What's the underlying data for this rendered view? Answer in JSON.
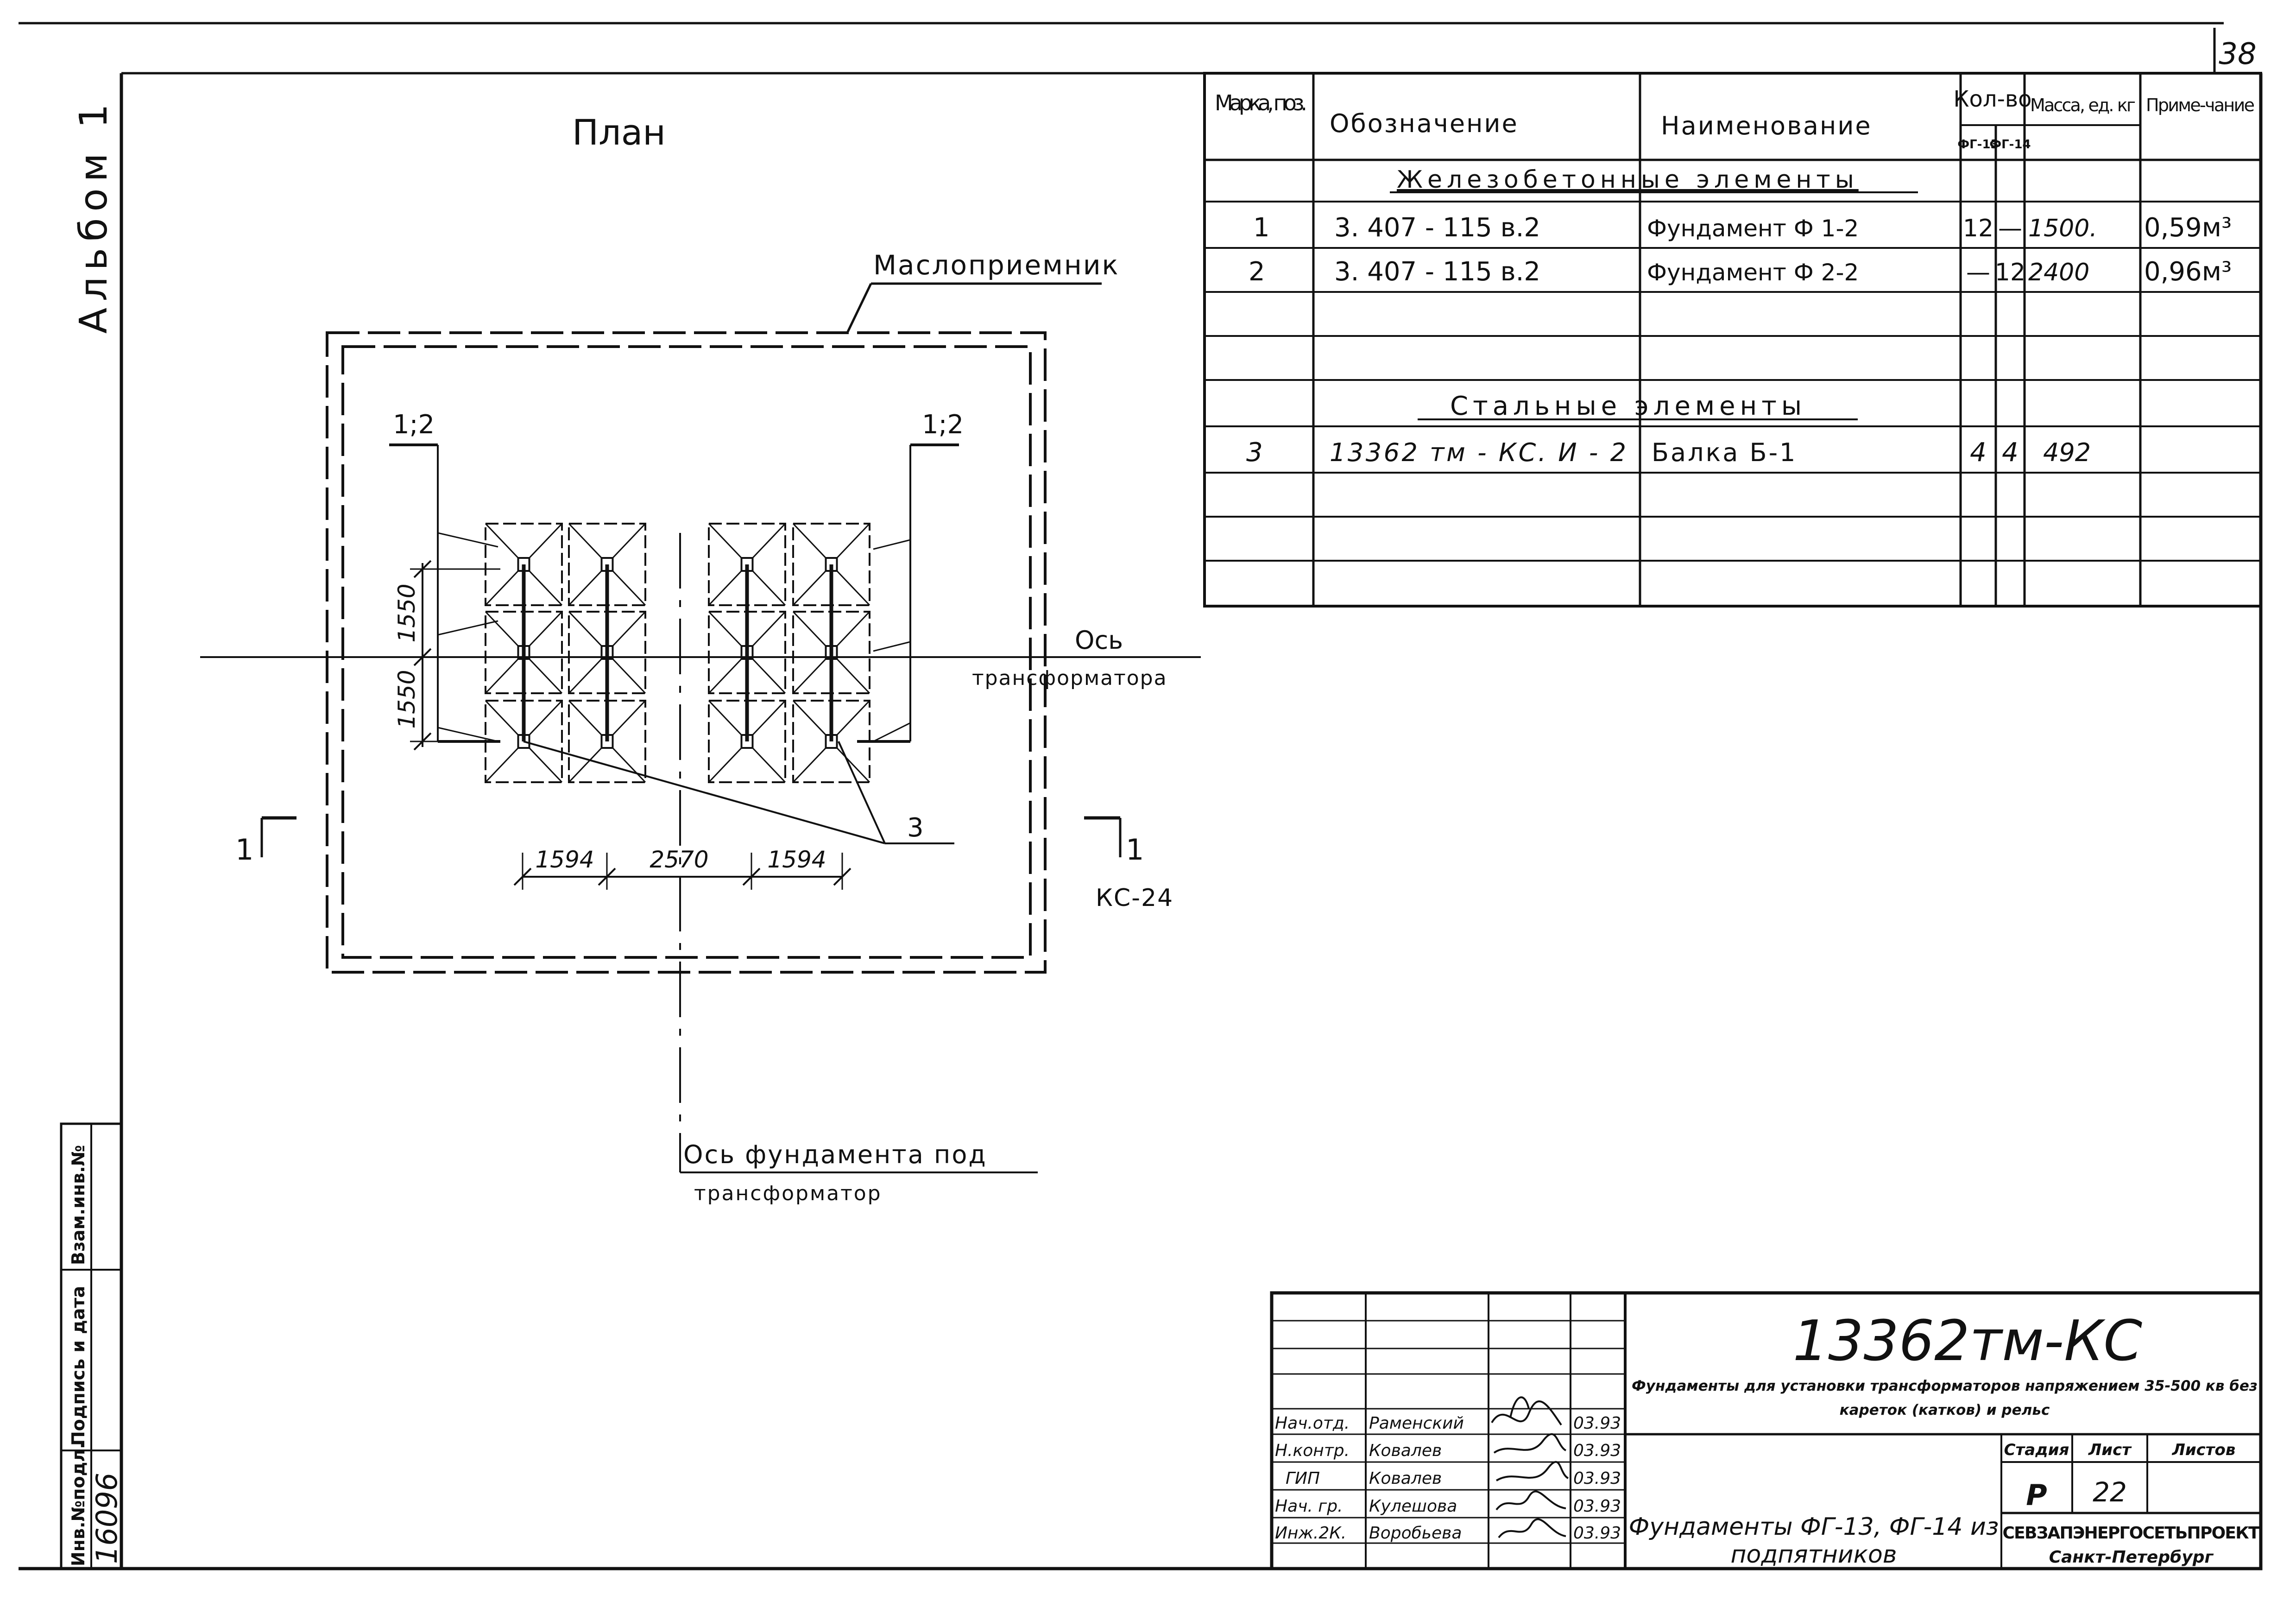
{
  "sheet": {
    "number": "38",
    "album": "Альбом 1"
  },
  "plan": {
    "title": "План",
    "oil_receiver_label": "Маслоприемник",
    "section_label_left": "1;2",
    "section_label_right": "1;2",
    "axis_transformer_line1": "Ось",
    "axis_transformer_line2": "трансформатора",
    "foundation_axis_line1": "Ось фундамента под",
    "foundation_axis_line2": "трансформатор",
    "dims_horizontal": [
      "1594",
      "2570",
      "1594"
    ],
    "dims_vertical": [
      "1550",
      "1550"
    ],
    "callout_beam": "3",
    "section_marker_left": "1",
    "section_marker_right": "1",
    "section_ref": "КС-24"
  },
  "spec": {
    "headers": {
      "mark": "Марка, поз.",
      "designation": "Обозначение",
      "name": "Наименование",
      "quantity": "Кол-во",
      "qty_fg13": "ФГ-13",
      "qty_fg14": "ФГ-14",
      "mass": "Масса, ед. кг",
      "note": "Приме-чание"
    },
    "section_rc": "Железобетонные элементы",
    "section_steel": "Стальные элементы",
    "rows": [
      {
        "mark": "1",
        "designation": "3. 407 - 115 в.2",
        "name": "Фундамент Ф 1-2",
        "fg13": "12",
        "fg14": "—",
        "mass": "1500.",
        "note": "0,59м³"
      },
      {
        "mark": "2",
        "designation": "3. 407 - 115 в.2",
        "name": "Фундамент Ф 2-2",
        "fg13": "—",
        "fg14": "12",
        "mass": "2400",
        "note": "0,96м³"
      },
      {
        "mark": "3",
        "designation": "13362 тм - КС. И - 2",
        "name": "Балка Б-1",
        "fg13": "4",
        "fg14": "4",
        "mass": "492",
        "note": ""
      }
    ]
  },
  "stamp": {
    "doc_code": "13362тм-КС",
    "project_title": "Фундаменты для установки трансформаторов напряжением 35-500 кв без кареток (катков) и рельс",
    "sheet_title": "Фундаменты ФГ-13, ФГ-14 из подпятников",
    "stage_label": "Стадия",
    "sheet_label": "Лист",
    "sheets_label": "Листов",
    "stage": "Р",
    "sheet": "22",
    "organization": "СЕВЗАПЭНЕРГОСЕТЬПРОЕКТ",
    "city": "Санкт-Петербург",
    "signers": [
      {
        "role": "Нач.отд.",
        "name": "Раменский",
        "date": "03.93"
      },
      {
        "role": "Н.контр.",
        "name": "Ковалев",
        "date": "03.93"
      },
      {
        "role": "ГИП",
        "name": "Ковалев",
        "date": "03.93"
      },
      {
        "role": "Нач. гр.",
        "name": "Кулешова",
        "date": "03.93"
      },
      {
        "role": "Инж.2К.",
        "name": "Воробьева",
        "date": "03.93"
      }
    ]
  },
  "side_stamp": {
    "inv_label": "Инв.№подл.",
    "sign_label": "Подпись и дата",
    "replace_label": "Взам.инв.№",
    "inv_number": "16096"
  }
}
